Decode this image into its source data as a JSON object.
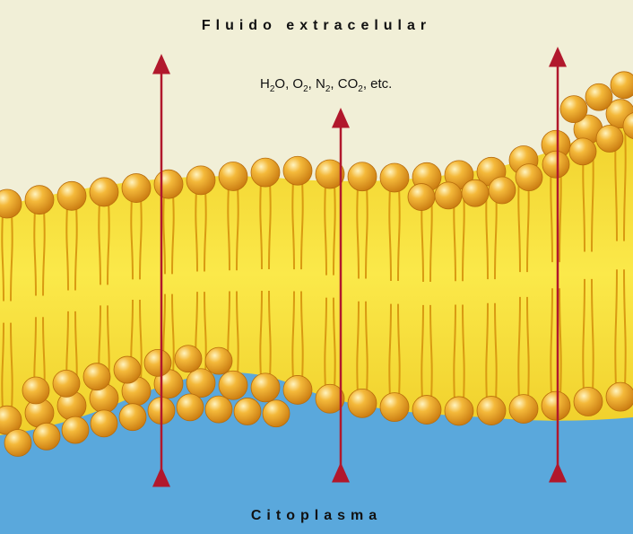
{
  "labels": {
    "top": "Fluido extracelular",
    "bottom": "Citoplasma"
  },
  "molecules": [
    {
      "main": "H",
      "sub": "2",
      "tail": "O, "
    },
    {
      "main": "O",
      "sub": "2",
      "tail": ", "
    },
    {
      "main": "N",
      "sub": "2",
      "tail": ", "
    },
    {
      "main": "CO",
      "sub": "2",
      "tail": ", etc."
    }
  ],
  "colors": {
    "extracellular": "#f1efd7",
    "cytoplasm": "#5aa8dc",
    "head": "#e9a01c",
    "tail": "#e9c21f",
    "arrow": "#b1182c"
  }
}
